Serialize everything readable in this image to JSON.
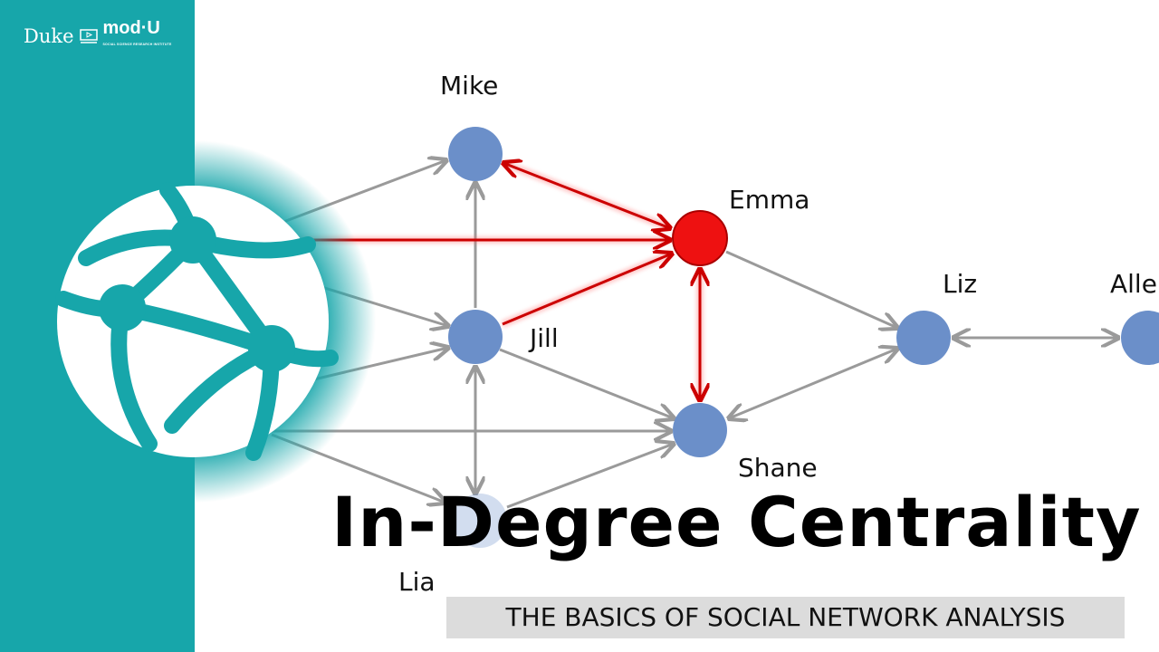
{
  "branding": {
    "duke": "Duke",
    "modu": "mod·U",
    "modu_sub": "SOCIAL SCIENCE RESEARCH INSTITUTE",
    "brand_color": "#17a6aa"
  },
  "diagram": {
    "nodes": [
      {
        "id": "mike",
        "label": "Mike",
        "highlight": false
      },
      {
        "id": "emma",
        "label": "Emma",
        "highlight": true
      },
      {
        "id": "jill",
        "label": "Jill",
        "highlight": false
      },
      {
        "id": "shane",
        "label": "Shane",
        "highlight": false
      },
      {
        "id": "liz",
        "label": "Liz",
        "highlight": false
      },
      {
        "id": "allen",
        "label": "Alle",
        "highlight": false
      },
      {
        "id": "lia",
        "label": "Lia",
        "highlight": false
      }
    ],
    "node_color": "#6b8fc9",
    "highlight_color": "#ee1111",
    "edge_color": "#9a9a9a"
  },
  "title": "In-Degree Centrality",
  "subtitle": "THE BASICS OF SOCIAL NETWORK ANALYSIS"
}
